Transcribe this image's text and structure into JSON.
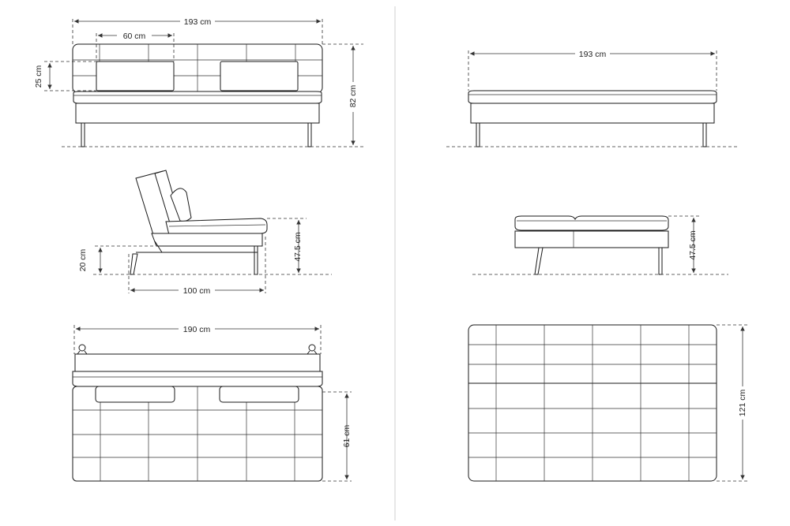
{
  "dimensions": {
    "front_width": "193 cm",
    "cushion_width": "60 cm",
    "cushion_height": "25 cm",
    "total_height": "82 cm",
    "bed_width": "193 cm",
    "seat_height_side": "47.5 cm",
    "seat_height_bed_side": "47.5 cm",
    "leg_height": "20 cm",
    "depth": "100 cm",
    "top_width": "190 cm",
    "seat_depth": "61 cm",
    "bed_length": "121 cm"
  },
  "colors": {
    "line": "#1a1a1a",
    "separator": "#cfcfcf"
  }
}
